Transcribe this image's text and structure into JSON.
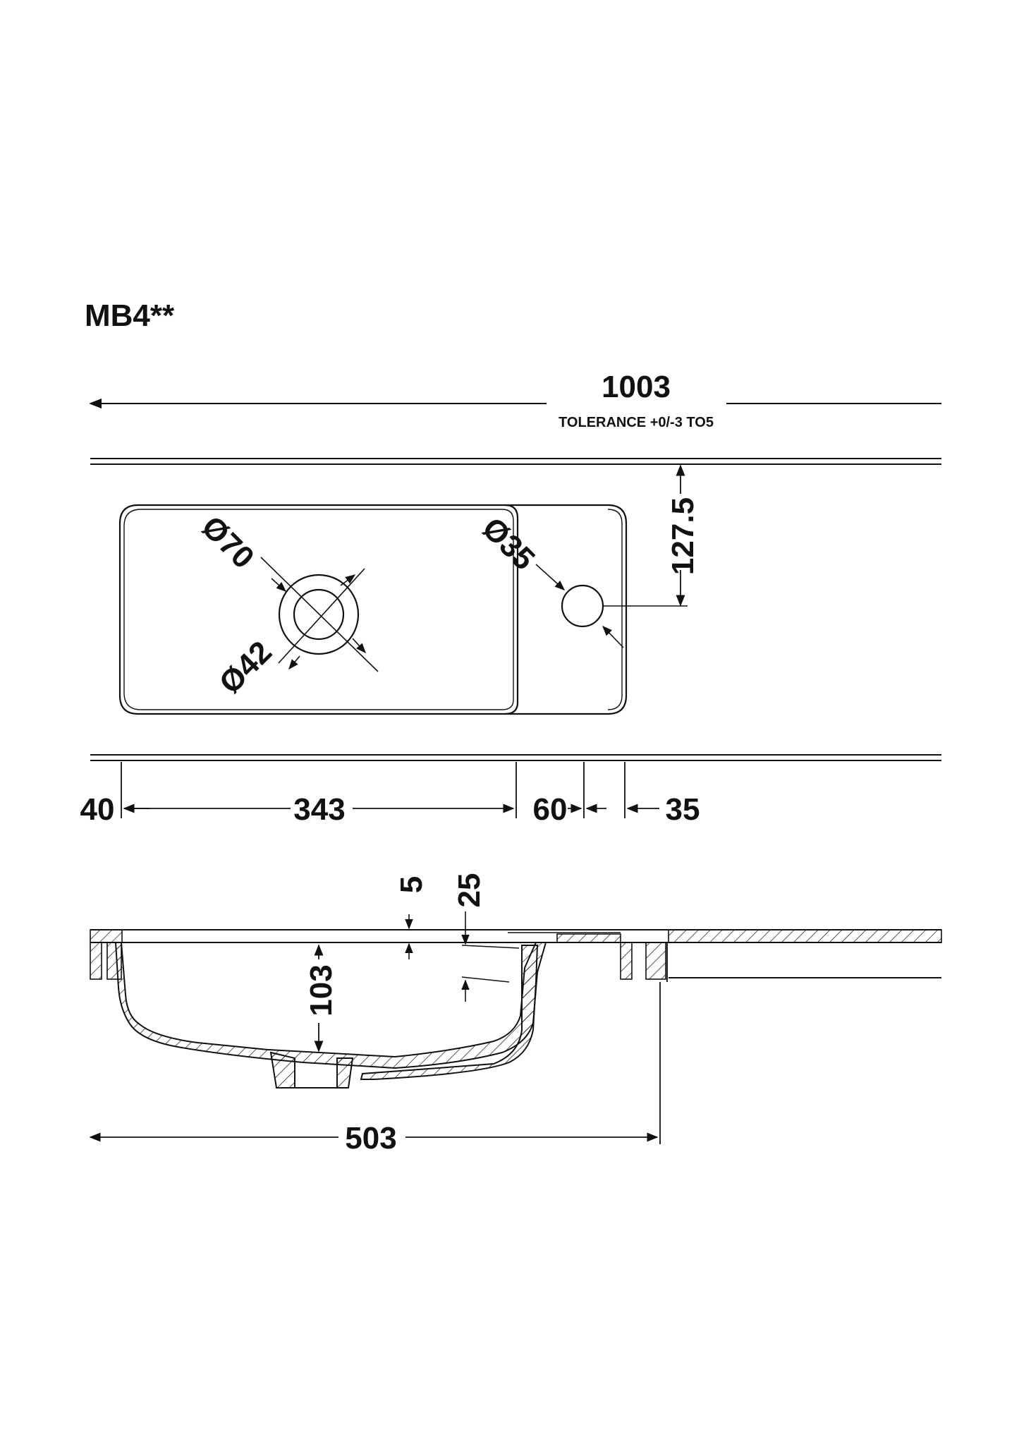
{
  "drawing": {
    "model_code": "MB4**",
    "overall_width": "1003",
    "tolerance_note": "TOLERANCE +0/-3 TO5",
    "depth_to_taphole": "127.5",
    "waste_outer_dia": "Ø70",
    "waste_inner_dia": "Ø42",
    "taphole_dia": "Ø35",
    "dim_left_margin": "40",
    "dim_bowl_width": "343",
    "dim_shelf_width": "60",
    "dim_taphole_offset": "35",
    "dim_lip_thickness": "5",
    "dim_shelf_step": "25",
    "dim_bowl_depth": "103",
    "dim_section_width": "503"
  }
}
